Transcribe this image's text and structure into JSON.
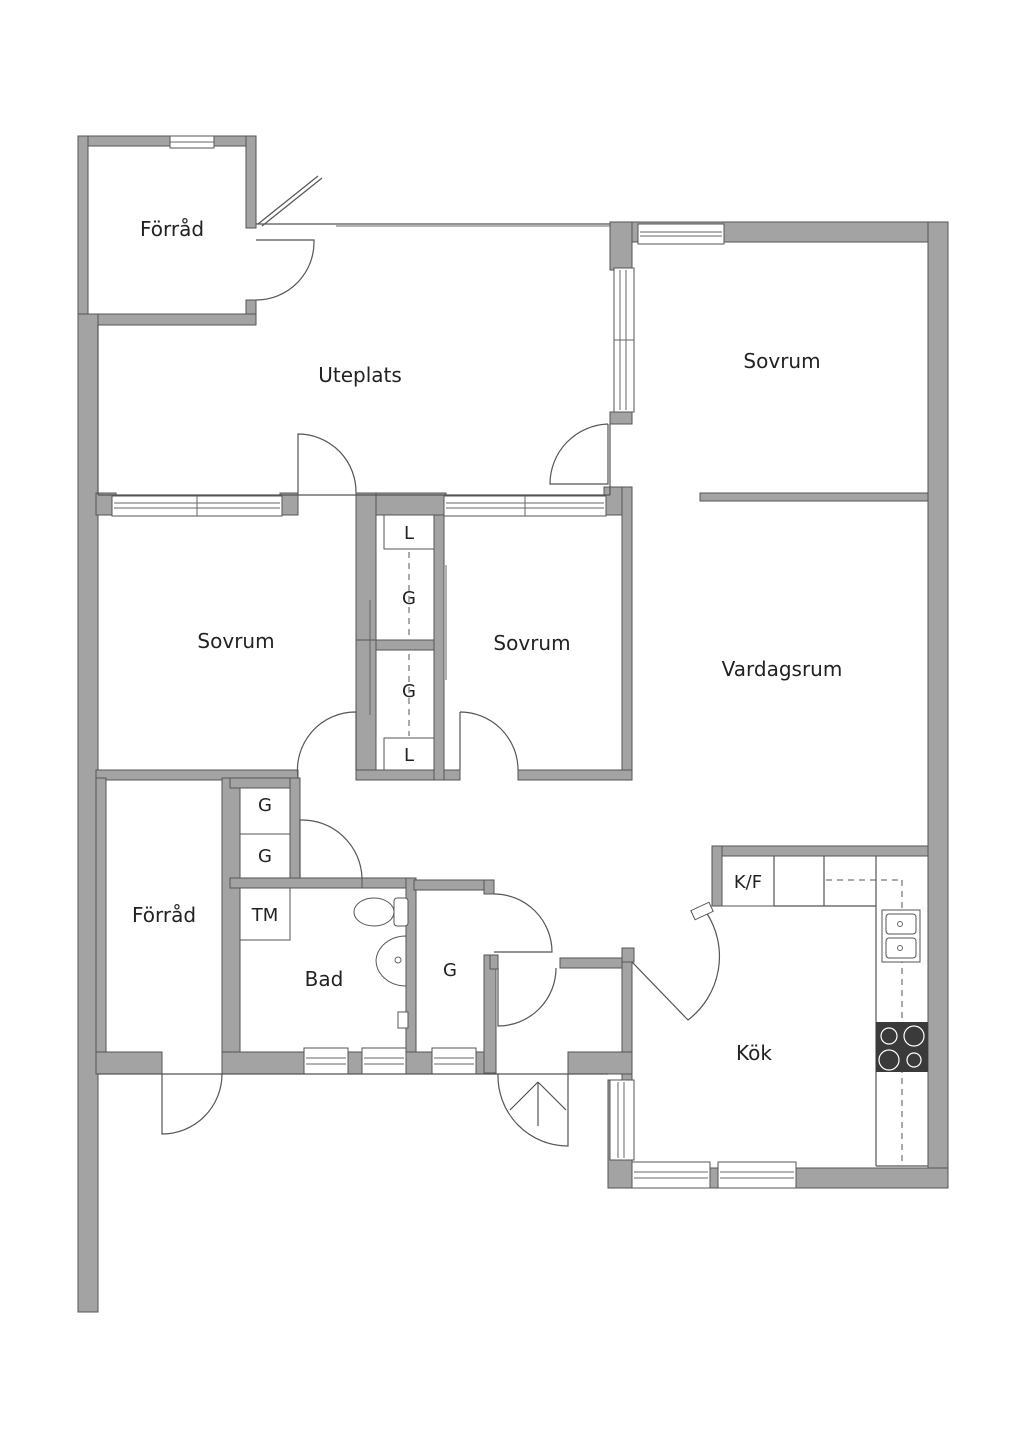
{
  "rooms": {
    "forrad_top": "Förråd",
    "uteplats": "Uteplats",
    "sovrum_ne": "Sovrum",
    "sovrum_w": "Sovrum",
    "sovrum_mid": "Sovrum",
    "vardagsrum": "Vardagsrum",
    "forrad_sw": "Förråd",
    "bad": "Bad",
    "kok": "Kök"
  },
  "closets": {
    "l_top": "L",
    "g_upper": "G",
    "g_lower": "G",
    "l_bottom": "L",
    "g_hall_1": "G",
    "g_hall_2": "G",
    "tm": "TM",
    "g_entry": "G",
    "kf": "K/F"
  },
  "colors": {
    "wall": "#a3a3a3",
    "outline": "#555555",
    "stove": "#3a3a3a"
  }
}
